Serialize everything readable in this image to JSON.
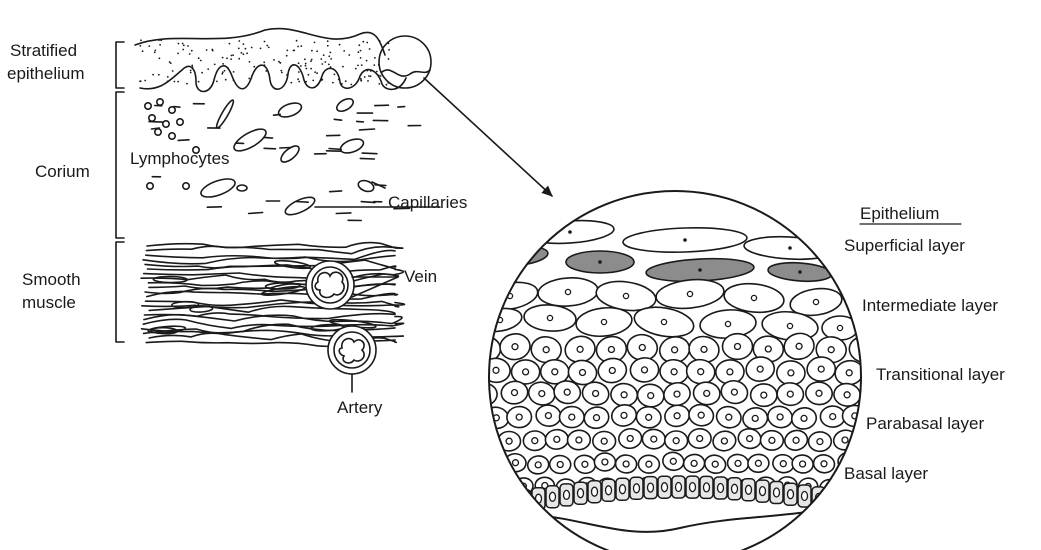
{
  "tissue_labels": {
    "stratified_epithelium": [
      "Stratified",
      "epithelium"
    ],
    "corium": "Corium",
    "smooth_muscle": [
      "Smooth",
      "muscle"
    ]
  },
  "structure_labels": {
    "lymphocytes": "Lymphocytes",
    "capillaries": "Capillaries",
    "vein": "Vein",
    "artery": "Artery"
  },
  "epithelium_inset": {
    "heading": "Epithelium",
    "layers": [
      "Superficial layer",
      "Intermediate layer",
      "Transitional layer",
      "Parabasal layer",
      "Basal layer"
    ]
  },
  "colors": {
    "ink": "#1a1a1a",
    "superficial_cell_fill": "#8c8c8c",
    "basal_cell_fill": "#e6e6e6",
    "background": "#ffffff"
  }
}
